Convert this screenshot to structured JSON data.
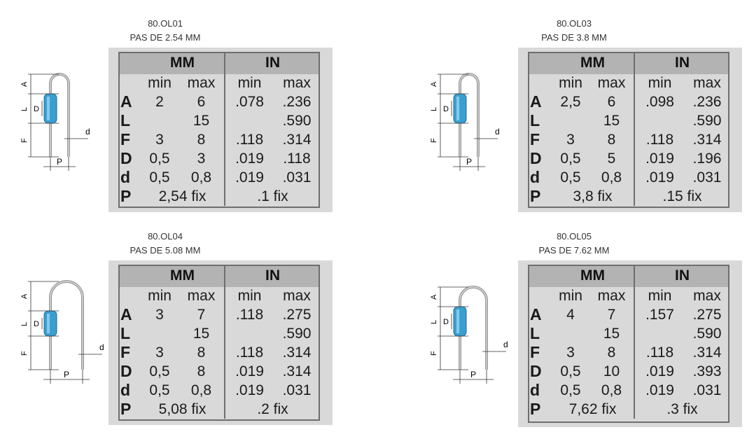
{
  "panels": [
    {
      "code": "80.OL01",
      "pitch": "PAS DE 2.54 MM",
      "header": {
        "mm": "MM",
        "in": "IN"
      },
      "sub": {
        "min": "min",
        "max": "max"
      },
      "rows": [
        {
          "label": "A",
          "mm_min": "2",
          "mm_max": "6",
          "in_min": ".078",
          "in_max": ".236"
        },
        {
          "label": "L",
          "mm_min": "",
          "mm_max": "15",
          "in_min": "",
          "in_max": ".590"
        },
        {
          "label": "F",
          "mm_min": "3",
          "mm_max": "8",
          "in_min": ".118",
          "in_max": ".314"
        },
        {
          "label": "D",
          "mm_min": "0,5",
          "mm_max": "3",
          "in_min": ".019",
          "in_max": ".118"
        },
        {
          "label": "d",
          "mm_min": "0,5",
          "mm_max": "0,8",
          "in_min": ".019",
          "in_max": ".031"
        }
      ],
      "fix": {
        "label": "P",
        "mm": "2,54 fix",
        "in": ".1 fix"
      }
    },
    {
      "code": "80.OL03",
      "pitch": "PAS DE 3.8 MM",
      "header": {
        "mm": "MM",
        "in": "IN"
      },
      "sub": {
        "min": "min",
        "max": "max"
      },
      "rows": [
        {
          "label": "A",
          "mm_min": "2,5",
          "mm_max": "6",
          "in_min": ".098",
          "in_max": ".236"
        },
        {
          "label": "L",
          "mm_min": "",
          "mm_max": "15",
          "in_min": "",
          "in_max": ".590"
        },
        {
          "label": "F",
          "mm_min": "3",
          "mm_max": "8",
          "in_min": ".118",
          "in_max": ".314"
        },
        {
          "label": "D",
          "mm_min": "0,5",
          "mm_max": "5",
          "in_min": ".019",
          "in_max": ".196"
        },
        {
          "label": "d",
          "mm_min": "0,5",
          "mm_max": "0,8",
          "in_min": ".019",
          "in_max": ".031"
        }
      ],
      "fix": {
        "label": "P",
        "mm": "3,8 fix",
        "in": ".15 fix"
      }
    },
    {
      "code": "80.OL04",
      "pitch": "PAS DE 5.08 MM",
      "header": {
        "mm": "MM",
        "in": "IN"
      },
      "sub": {
        "min": "min",
        "max": "max"
      },
      "rows": [
        {
          "label": "A",
          "mm_min": "3",
          "mm_max": "7",
          "in_min": ".118",
          "in_max": ".275"
        },
        {
          "label": "L",
          "mm_min": "",
          "mm_max": "15",
          "in_min": "",
          "in_max": ".590"
        },
        {
          "label": "F",
          "mm_min": "3",
          "mm_max": "8",
          "in_min": ".118",
          "in_max": ".314"
        },
        {
          "label": "D",
          "mm_min": "0,5",
          "mm_max": "8",
          "in_min": ".019",
          "in_max": ".314"
        },
        {
          "label": "d",
          "mm_min": "0,5",
          "mm_max": "0,8",
          "in_min": ".019",
          "in_max": ".031"
        }
      ],
      "fix": {
        "label": "P",
        "mm": "5,08 fix",
        "in": ".2 fix"
      }
    },
    {
      "code": "80.OL05",
      "pitch": "PAS DE 7.62 MM",
      "header": {
        "mm": "MM",
        "in": "IN"
      },
      "sub": {
        "min": "min",
        "max": "max"
      },
      "rows": [
        {
          "label": "A",
          "mm_min": "4",
          "mm_max": "7",
          "in_min": ".157",
          "in_max": ".275"
        },
        {
          "label": "L",
          "mm_min": "",
          "mm_max": "15",
          "in_min": "",
          "in_max": ".590"
        },
        {
          "label": "F",
          "mm_min": "3",
          "mm_max": "8",
          "in_min": ".118",
          "in_max": ".314"
        },
        {
          "label": "D",
          "mm_min": "0,5",
          "mm_max": "10",
          "in_min": ".019",
          "in_max": ".393"
        },
        {
          "label": "d",
          "mm_min": "0,5",
          "mm_max": "0,8",
          "in_min": ".019",
          "in_max": ".031"
        }
      ],
      "fix": {
        "label": "P",
        "mm": "7,62 fix",
        "in": ".3 fix"
      }
    }
  ],
  "diagram_labels": {
    "a": "A",
    "l": "L",
    "d_body": "D",
    "f": "F",
    "d_lead": "d",
    "p": "P"
  },
  "colors": {
    "resistor_body": "#3a9fd0",
    "table_bg": "#d9d9d9",
    "table_header": "#b3b3b3",
    "border": "#6e6e6e"
  }
}
